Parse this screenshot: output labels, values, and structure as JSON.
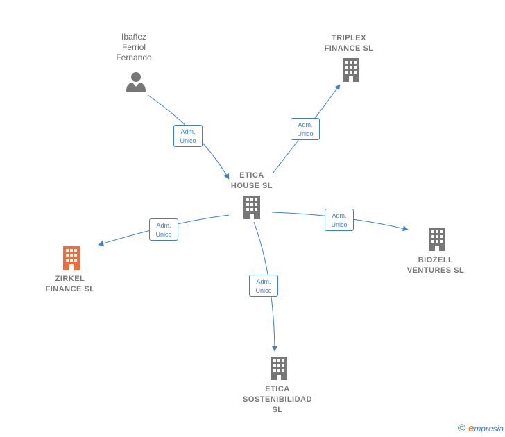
{
  "nodes": {
    "person": {
      "label": "Ibañez\nFerriol\nFernando",
      "icon": "person-icon"
    },
    "triplex": {
      "label": "TRIPLEX\nFINANCE  SL",
      "icon": "building-icon"
    },
    "etica_house": {
      "label": "ETICA\nHOUSE  SL",
      "icon": "building-icon"
    },
    "zirkel": {
      "label": "ZIRKEL\nFINANCE  SL",
      "icon": "building-icon"
    },
    "biozell": {
      "label": "BIOZELL\nVENTURES  SL",
      "icon": "building-icon"
    },
    "etica_sost": {
      "label": "ETICA\nSOSTENIBILIDAD\nSL",
      "icon": "building-icon"
    }
  },
  "edges": [
    {
      "from": "person",
      "to": "etica_house",
      "label": "Adm.\nUnico"
    },
    {
      "from": "etica_house",
      "to": "triplex",
      "label": "Adm.\nUnico"
    },
    {
      "from": "etica_house",
      "to": "zirkel",
      "label": "Adm.\nUnico"
    },
    {
      "from": "etica_house",
      "to": "biozell",
      "label": "Adm.\nUnico"
    },
    {
      "from": "etica_house",
      "to": "etica_sost",
      "label": "Adm.\nUnico"
    }
  ],
  "colors": {
    "edge": "#3b7fd1",
    "node": "#777777",
    "highlight": "#f26b3a"
  },
  "footer": {
    "copyright": "©",
    "brand_initial": "e",
    "brand_rest": "mpresia"
  }
}
